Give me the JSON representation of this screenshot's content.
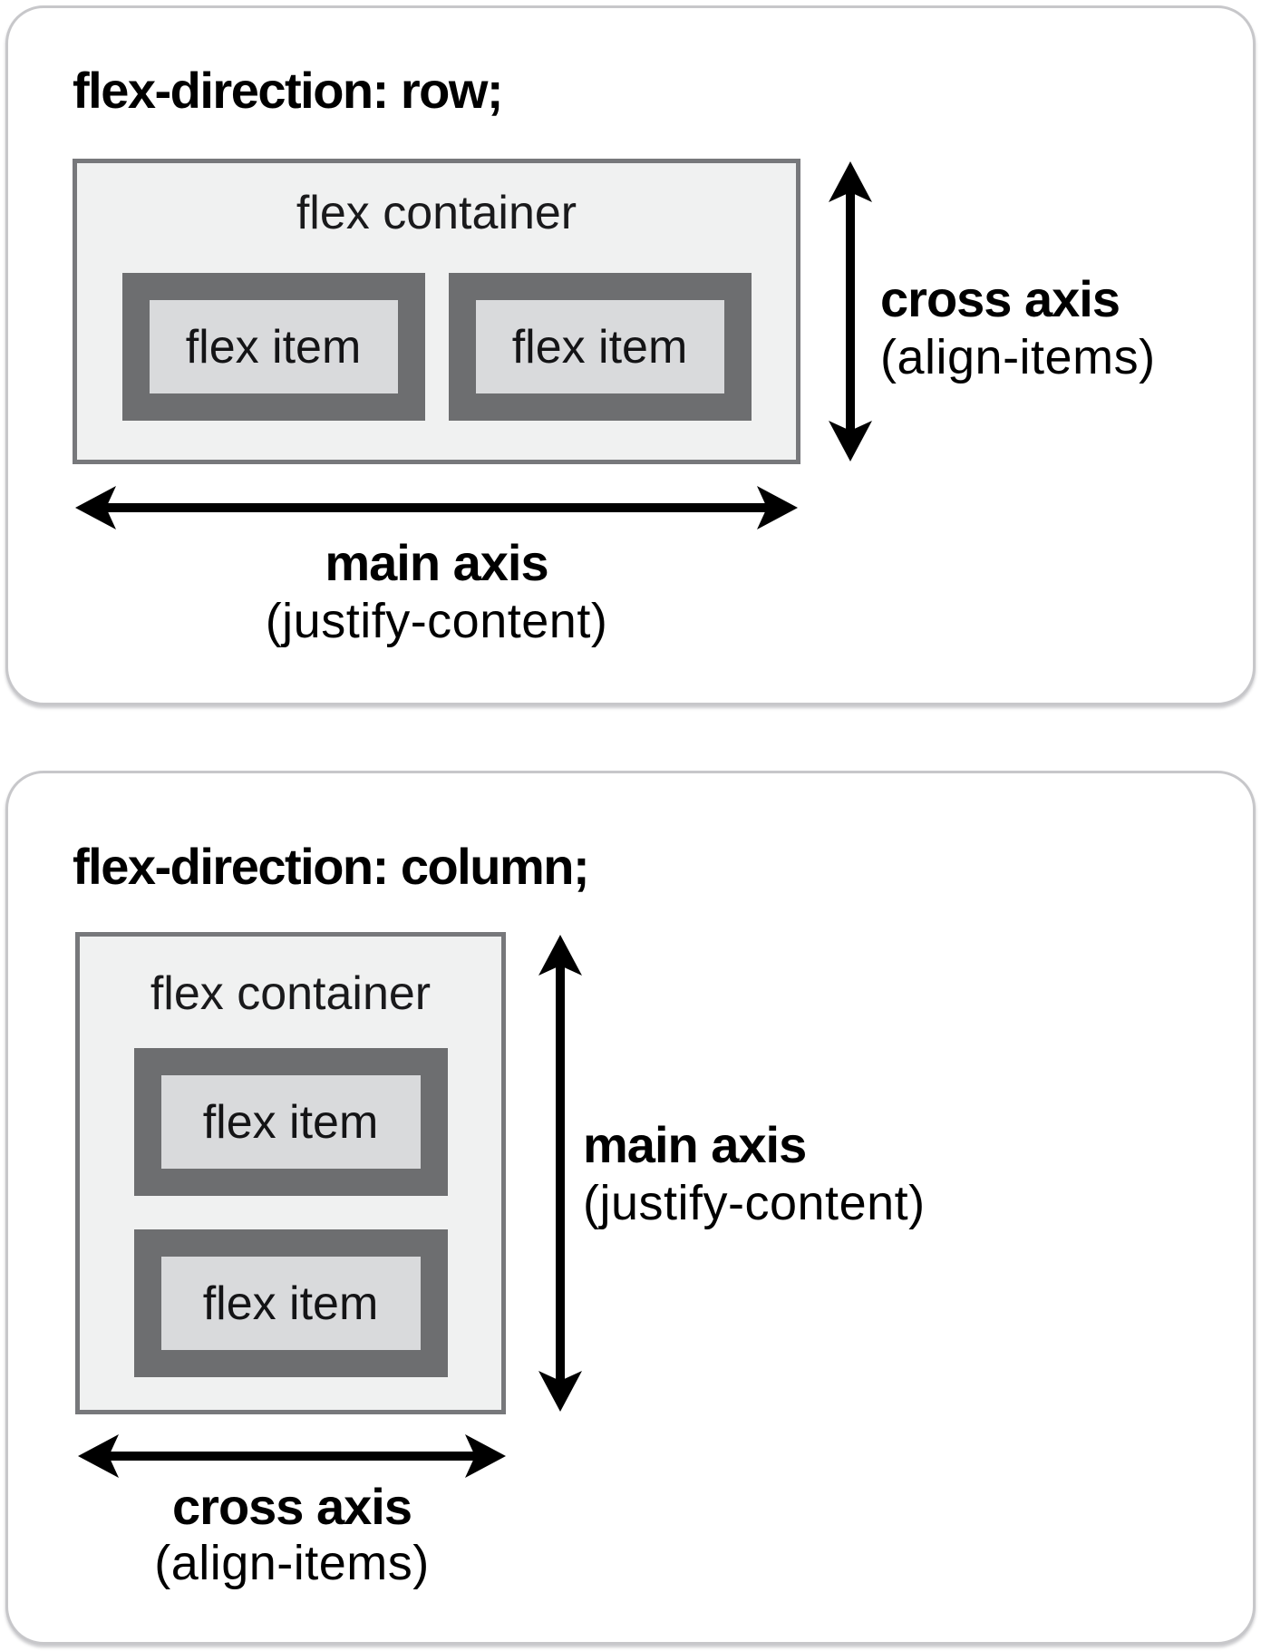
{
  "colors": {
    "page_background": "#ffffff",
    "card_border": "#c7c7ca",
    "container_border": "#77787b",
    "container_background": "#f0f1f1",
    "item_frame": "#6d6e70",
    "item_inner": "#d9dadc",
    "arrow": "#000000",
    "text": "#000000"
  },
  "panel_row": {
    "title": "flex-direction: row;",
    "container": {
      "label": "flex container",
      "items": [
        {
          "label": "flex item"
        },
        {
          "label": "flex item"
        }
      ]
    },
    "cross_axis": {
      "title": "cross axis",
      "subtitle": "(align-items)"
    },
    "main_axis": {
      "title": "main axis",
      "subtitle": "(justify-content)"
    }
  },
  "panel_column": {
    "title": "flex-direction: column;",
    "container": {
      "label": "flex container",
      "items": [
        {
          "label": "flex item"
        },
        {
          "label": "flex item"
        }
      ]
    },
    "main_axis": {
      "title": "main axis",
      "subtitle": "(justify-content)"
    },
    "cross_axis": {
      "title": "cross axis",
      "subtitle": "(align-items)"
    }
  }
}
